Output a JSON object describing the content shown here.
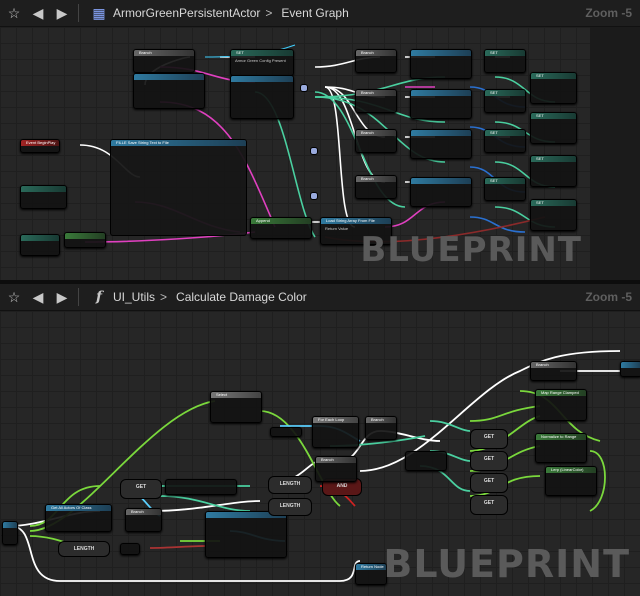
{
  "panel1": {
    "icon_graph": "graph-icon",
    "breadcrumb_asset": "ArmorGreenPersistentActor",
    "breadcrumb_graph": "Event Graph",
    "zoom": "Zoom -5",
    "watermark": "BLUEPRINT",
    "nodes": {
      "event_beginplay": "Event BeginPlay",
      "fill_save_string": "FILLE Save String Text to File",
      "append": "Append",
      "load_string": "Load String Array From File",
      "branch": "Branch",
      "set": "SET",
      "armor_config": "Armor Green Config Present",
      "return_value": "Return Value"
    }
  },
  "panel2": {
    "icon_function": "f",
    "breadcrumb_asset": "UI_Utils",
    "breadcrumb_graph": "Calculate Damage Color",
    "zoom": "Zoom -5",
    "watermark": "BLUEPRINT",
    "nodes": {
      "get": "GET",
      "length": "LENGTH",
      "and": "AND",
      "branch": "Branch",
      "return_node": "Return Node",
      "for_each": "For Each Loop",
      "map_range": "Map Range Clamped",
      "lerp": "Lerp (LinearColor)",
      "normalize": "Normalize to Range",
      "select": "Select",
      "get_actors": "Get All Actors Of Class"
    }
  }
}
